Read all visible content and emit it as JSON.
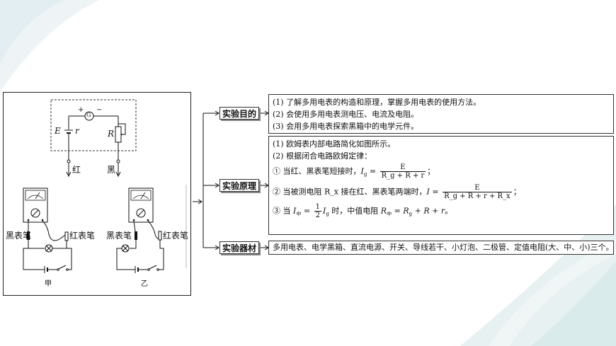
{
  "diagram": {
    "g_label": "G",
    "plus": "+",
    "minus": "−",
    "E_label": "E",
    "r_label": "r",
    "R_label": "R",
    "red_label": "红",
    "black_label": "黑",
    "left_black_probe": "黑表笔",
    "left_red_probe": "红表笔",
    "right_black_probe": "黑表笔",
    "right_red_probe": "红表笔",
    "caption_a": "甲",
    "caption_b": "乙"
  },
  "sections": {
    "purpose": {
      "label": "实验目的",
      "items": [
        "(1) 了解多用电表的构造和原理，掌握多用电表的使用方法。",
        "(2) 会使用多用电表测电压、电流及电阻。",
        "(3) 会用多用电表探索黑箱中的电学元件。"
      ]
    },
    "principle": {
      "label": "实验原理",
      "line1": "(1) 欧姆表内部电路简化如图所示。",
      "line2": "(2) 根据闭合电路欧姆定律：",
      "line3_prefix": "① 当红、黑表笔短接时，",
      "line3_formula_num": "E",
      "line3_formula_den": "R_g + R + r",
      "line4_prefix": "② 当被测电阻 R_x 接在红、黑表笔两端时，",
      "line4_formula_num": "E",
      "line4_formula_den": "R_g + R + r + R_x",
      "line5_prefix": "③ 当",
      "line5_mid": "时，中值电阻",
      "line5_end": "。"
    },
    "equipment": {
      "label": "实验器材",
      "text": "多用电表、电学黑箱、直流电源、开关、导线若干、小灯泡、二极管、定值电阻(大、中、小)三个。"
    }
  }
}
